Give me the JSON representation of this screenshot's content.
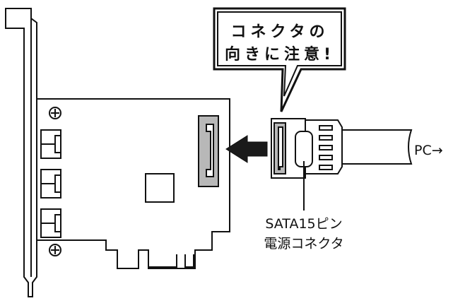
{
  "callout": {
    "line1": "コネクタの",
    "line2": "向きに注意!"
  },
  "connector_label": {
    "line1": "SATA15ピン",
    "line2": "電源コネクタ"
  },
  "cable_label": "PC→",
  "colors": {
    "stroke": "#111111",
    "fill_gray": "#b8b8b8",
    "arrow": "#1a1a1a",
    "background": "#ffffff"
  }
}
